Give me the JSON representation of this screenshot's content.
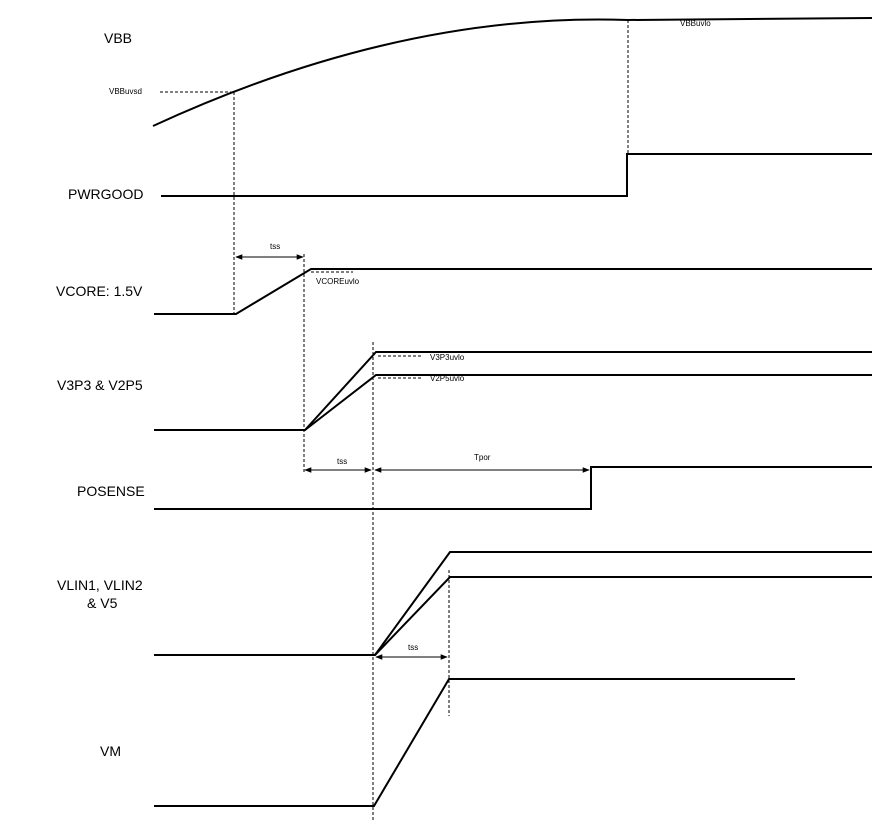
{
  "signals": {
    "vbb": "VBB",
    "pwrgood": "PWRGOOD",
    "vcore": "VCORE: 1.5V",
    "v3p3_v2p5": "V3P3 & V2P5",
    "posense": "POSENSE",
    "vlin_line1": "VLIN1, VLIN2",
    "vlin_line2": "& V5",
    "vm": "VM"
  },
  "thresholds": {
    "vbbuvsd": "VBBuvsd",
    "vbbuvlo": "VBBuvlo",
    "vcoreuvlo": "VCOREuvlo",
    "v3p3uvlo": "V3P3uvlo",
    "v2p5uvlo": "V2P5uvlo"
  },
  "timings": {
    "tss_1": "tss",
    "tss_2": "tss",
    "tpor": "Tpor",
    "tss_3": "tss"
  },
  "colors": {
    "line": "#000000",
    "background": "#ffffff"
  }
}
